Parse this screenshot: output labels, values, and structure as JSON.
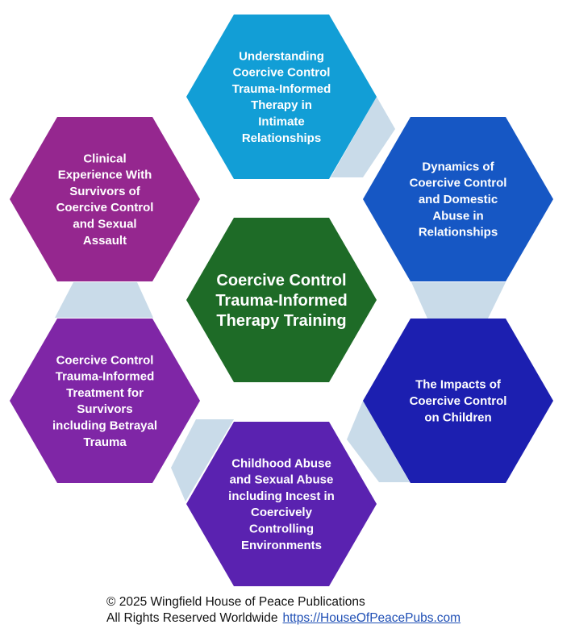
{
  "diagram": {
    "center": {
      "lines": [
        "Coercive Control",
        "Trauma-Informed",
        "Therapy Training"
      ],
      "color": "#1e6b27"
    },
    "nodes": [
      {
        "id": "understanding",
        "lines": [
          "Understanding",
          "Coercive Control",
          "Trauma-Informed",
          "Therapy in",
          "Intimate",
          "Relationships"
        ],
        "color": "#129ed6"
      },
      {
        "id": "dynamics",
        "lines": [
          "Dynamics of",
          "Coercive Control",
          "and Domestic",
          "Abuse in",
          "Relationships"
        ],
        "color": "#1657c4"
      },
      {
        "id": "impacts",
        "lines": [
          "The Impacts of",
          "Coercive Control",
          "on Children"
        ],
        "color": "#1c1fb0"
      },
      {
        "id": "childhood",
        "lines": [
          "Childhood Abuse",
          "and Sexual Abuse",
          "including Incest in",
          "Coercively",
          "Controlling",
          "Environments"
        ],
        "color": "#5a22b0"
      },
      {
        "id": "treatment",
        "lines": [
          "Coercive Control",
          "Trauma-Informed",
          "Treatment for",
          "Survivors",
          "including Betrayal",
          "Trauma"
        ],
        "color": "#7f26a6"
      },
      {
        "id": "clinical",
        "lines": [
          "Clinical",
          "Experience With",
          "Survivors of",
          "Coercive Control",
          "and Sexual",
          "Assault"
        ],
        "color": "#95278f"
      }
    ],
    "connector_color": "#c9dbe9"
  },
  "footer": {
    "line1": "© 2025  Wingfield House of Peace Publications",
    "line2": "All Rights Reserved Worldwide",
    "link": "https://HouseOfPeacePubs.com"
  }
}
